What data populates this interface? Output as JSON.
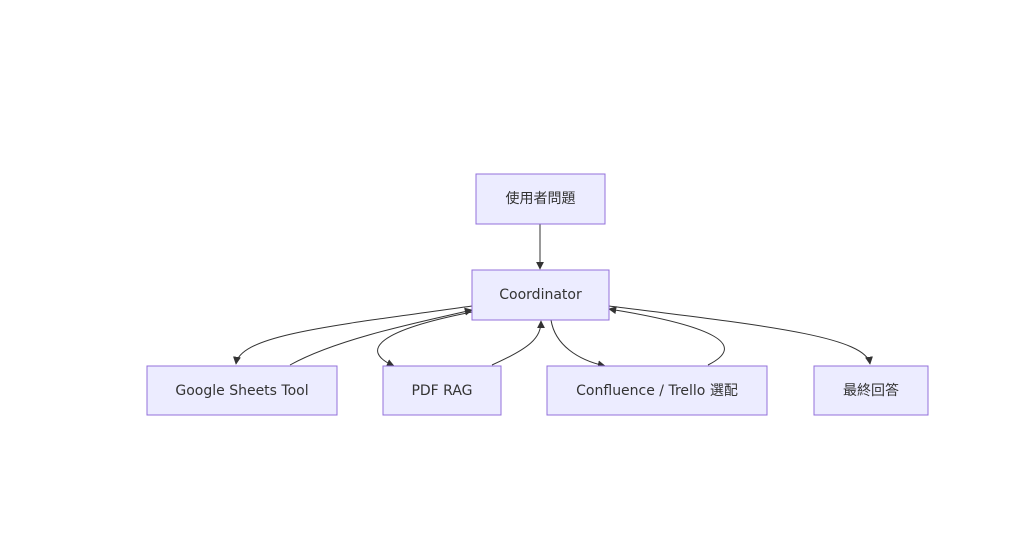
{
  "nodes": {
    "question": "使用者問題",
    "coordinator": "Coordinator",
    "sheets": "Google Sheets Tool",
    "pdf": "PDF RAG",
    "confluence": "Confluence / Trello 選配",
    "final": "最終回答"
  },
  "colors": {
    "node_fill": "#ECECFF",
    "node_stroke": "#9370DB",
    "edge": "#333333",
    "text": "#333333"
  }
}
